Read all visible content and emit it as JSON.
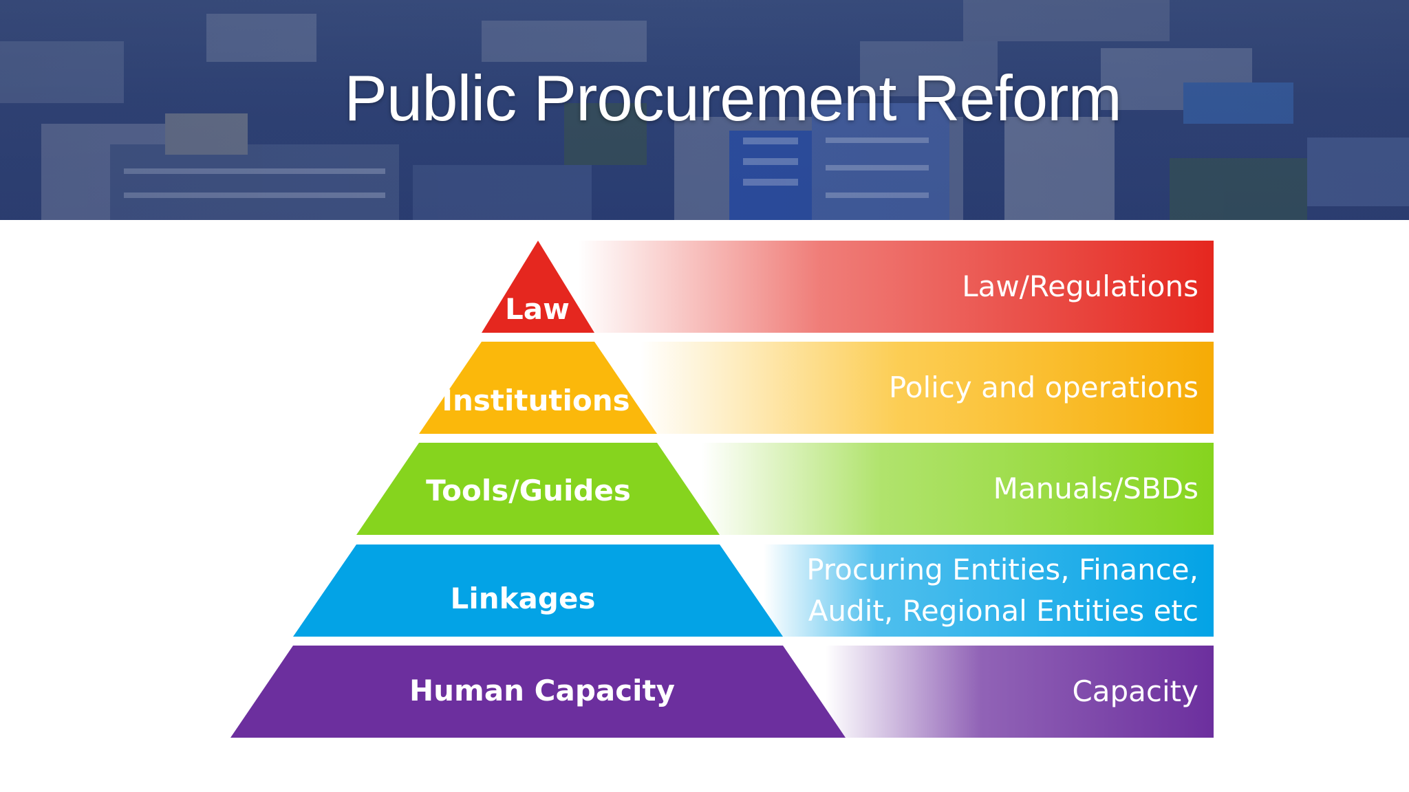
{
  "slide": {
    "title": "Public Procurement Reform"
  },
  "pyramid": {
    "tiers": [
      {
        "name": "Law",
        "color": "#e5271f",
        "band_label": "Law/Regulations"
      },
      {
        "name": "Institutions",
        "color": "#fbb80b",
        "band_label": "Policy and operations"
      },
      {
        "name": "Tools/Guides",
        "color": "#86d41e",
        "band_label": "Manuals/SBDs"
      },
      {
        "name": "Linkages",
        "color": "#03a3e6",
        "band_label": "Procuring Entities, Finance,\nAudit, Regional Entities etc"
      },
      {
        "name": "Human Capacity",
        "color": "#6c2f9e",
        "band_label": "Capacity"
      }
    ]
  }
}
